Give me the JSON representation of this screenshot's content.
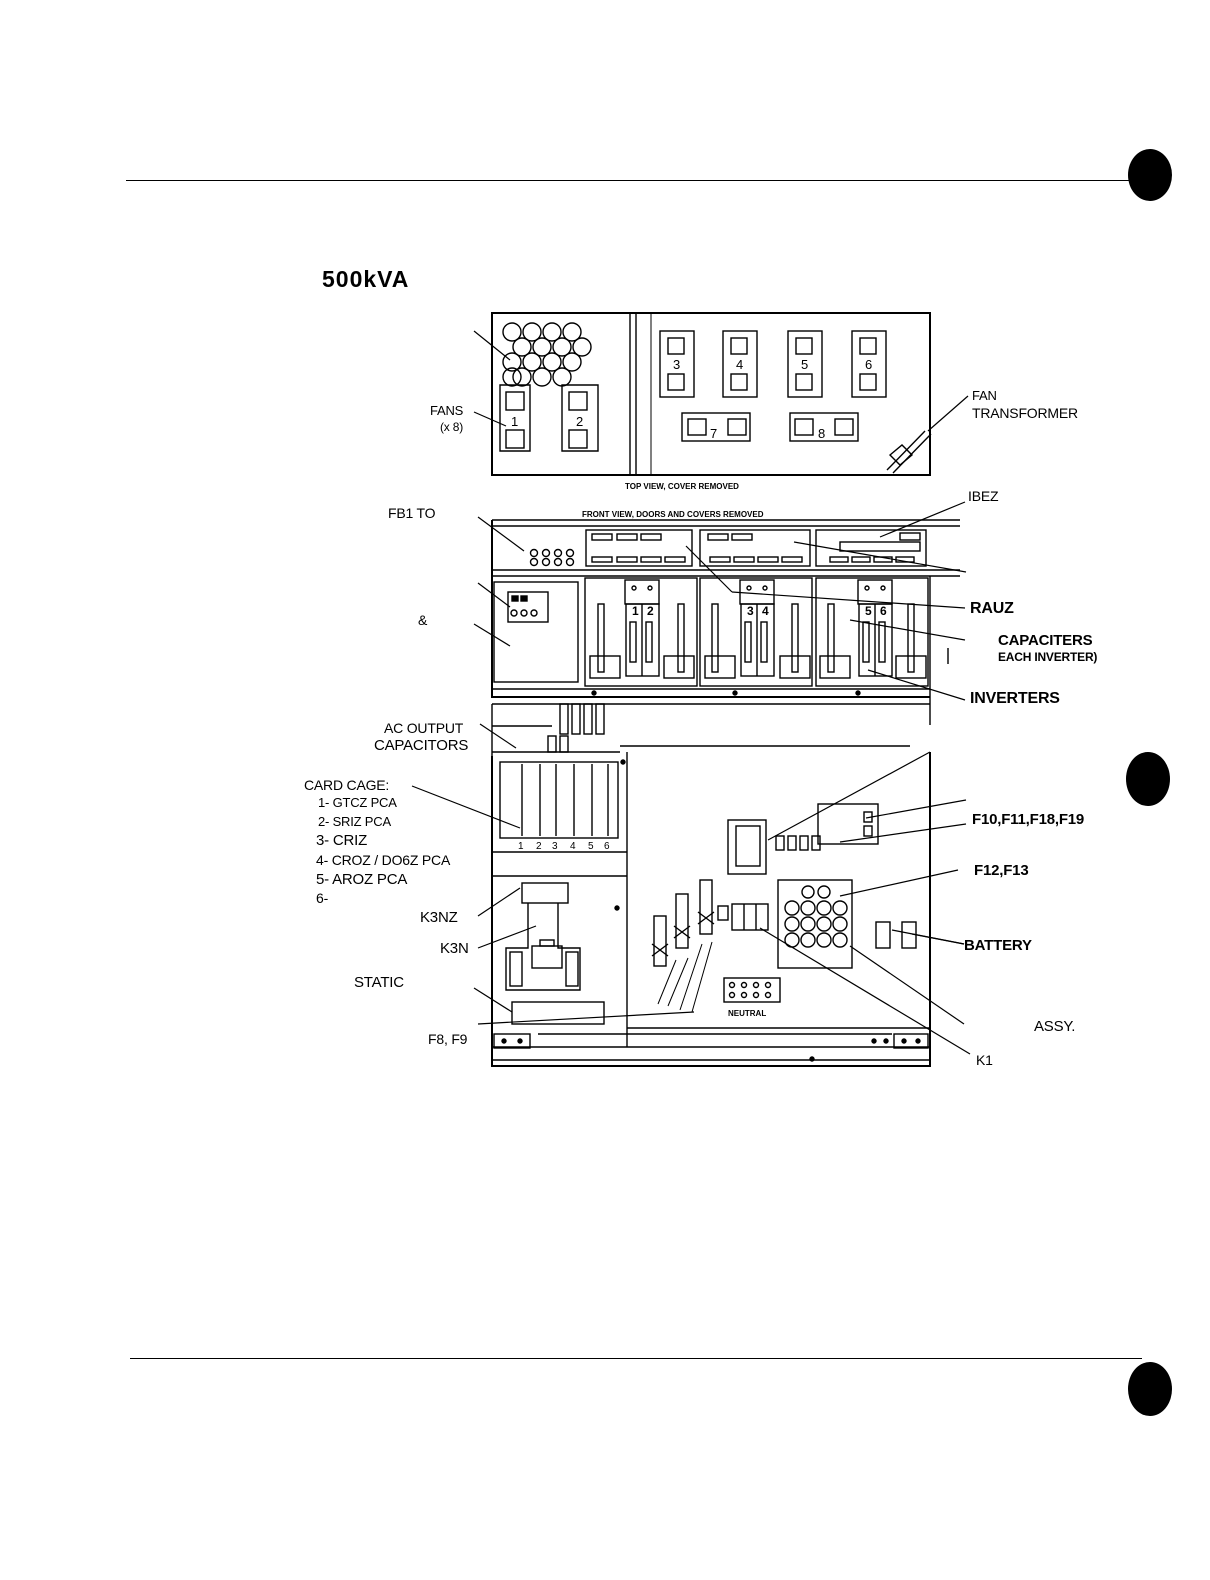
{
  "page": {
    "title": "500kVA"
  },
  "views": {
    "top_caption": "TOP VIEW, COVER REMOVED",
    "front_caption": "FRONT VIEW, DOORS AND COVERS REMOVED"
  },
  "top_view": {
    "fan_numbers": [
      "1",
      "2",
      "3",
      "4",
      "5",
      "6",
      "7",
      "8"
    ]
  },
  "front_view": {
    "inverter_numbers": [
      "1",
      "2",
      "3",
      "4",
      "5",
      "6"
    ],
    "card_slot_numbers": [
      "1",
      "2",
      "3",
      "4",
      "5",
      "6"
    ],
    "neutral_label": "NEUTRAL"
  },
  "labels": {
    "fans": "FANS",
    "fans_count": "(x 8)",
    "fan_transformer_1": "FAN",
    "fan_transformer_2": "TRANSFORMER",
    "fb1_to": "FB1 TO",
    "ibez": "IBEZ",
    "ampersand": "&",
    "rauz": "RAUZ",
    "capacitors_1": "CAPACITERS",
    "capacitors_2": "EACH INVERTER)",
    "inverters": "INVERTERS",
    "ac_output_1": "AC OUTPUT",
    "ac_output_2": "CAPACITORS",
    "card_cage": "CARD CAGE:",
    "card_1": "1- GTCZ PCA",
    "card_2": "2- SRIZ PCA",
    "card_3": "3- CRIZ",
    "card_4": "4- CROZ / DO6Z PCA",
    "card_5": "5- AROZ PCA",
    "card_6": "6-",
    "k3nz": "K3NZ",
    "k3n": "K3N",
    "static": "STATIC",
    "f8_f9": "F8, F9",
    "f10_group": "F10,F11,F18,F19",
    "f12_f13": "F12,F13",
    "battery": "BATTERY",
    "assy": "ASSY.",
    "k1": "K1"
  }
}
